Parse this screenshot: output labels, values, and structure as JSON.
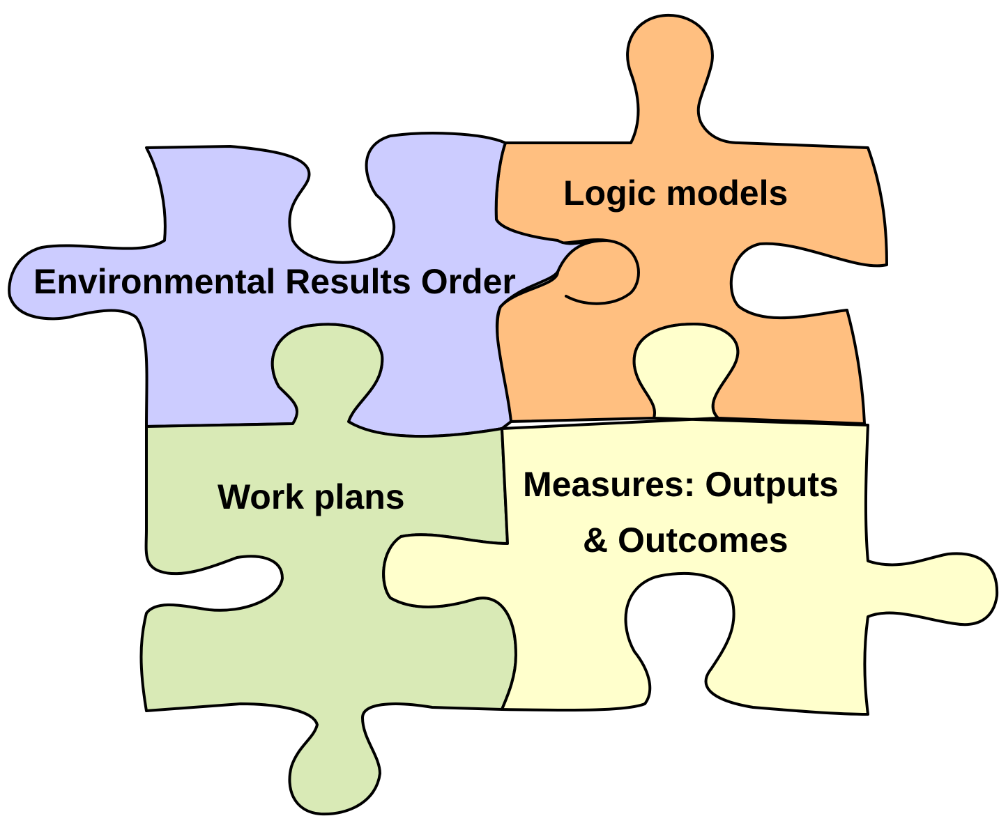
{
  "pieces": [
    {
      "id": "environmental-results-order",
      "lines": [
        "Environmental Results Order"
      ],
      "color": "#ccccff"
    },
    {
      "id": "logic-models",
      "lines": [
        "Logic models"
      ],
      "color": "#ffbf80"
    },
    {
      "id": "work-plans",
      "lines": [
        "Work plans"
      ],
      "color": "#d9eab6"
    },
    {
      "id": "measures",
      "lines": [
        "Measures: Outputs",
        "& Outcomes"
      ],
      "color": "#ffffcc"
    }
  ]
}
